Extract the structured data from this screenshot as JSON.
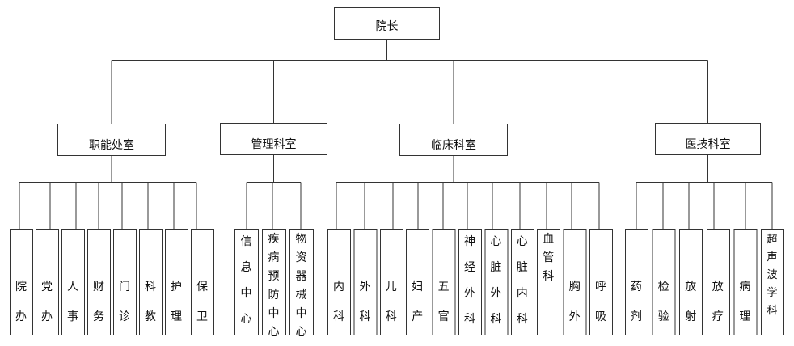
{
  "root": {
    "label": "院长"
  },
  "departments": [
    {
      "label": "职能处室",
      "units": [
        "院办",
        "党办",
        "人事",
        "财务",
        "门诊",
        "科教",
        "护理",
        "保卫"
      ]
    },
    {
      "label": "管理科室",
      "units": [
        "信息中心",
        "疾病预防中心",
        "物资器械中心"
      ]
    },
    {
      "label": "临床科室",
      "units": [
        "内科",
        "外科",
        "儿科",
        "妇产",
        "五官",
        "神经外科",
        "心脏外科",
        "心脏内科",
        "血管科",
        "胸外",
        "呼吸"
      ]
    },
    {
      "label": "医技科室",
      "units": [
        "药剂",
        "检验",
        "放射",
        "放疗",
        "病理",
        "超声波学科"
      ]
    }
  ],
  "colors": {
    "stroke": "#333333",
    "fill": "#ffffff",
    "text": "#111111"
  }
}
